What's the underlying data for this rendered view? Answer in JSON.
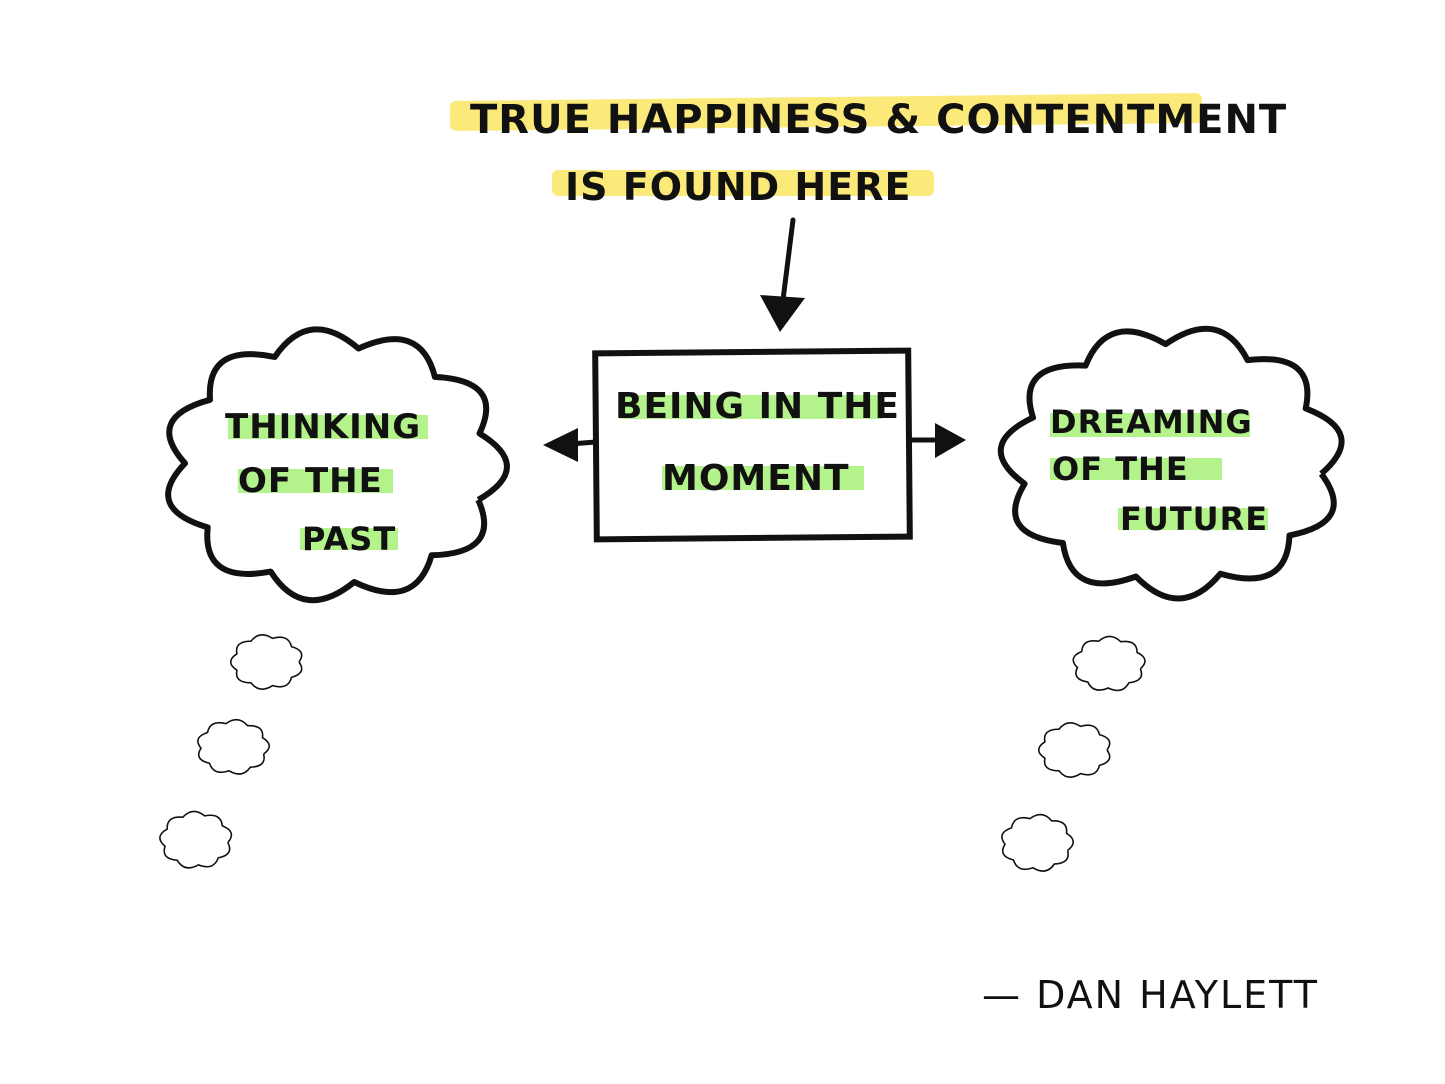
{
  "title": {
    "line1": "TRUE HAPPINESS & CONTENTMENT",
    "line2": "IS FOUND HERE"
  },
  "center_box": {
    "line1": "BEING IN THE",
    "line2": "MOMENT"
  },
  "left_cloud": {
    "line1": "THINKING",
    "line2": "OF THE",
    "line3": "PAST"
  },
  "right_cloud": {
    "line1": "DREAMING",
    "line2": "OF THE",
    "line3": "FUTURE"
  },
  "signature": "— DAN HAYLETT",
  "colors": {
    "title_highlight": "#fbe97a",
    "label_highlight": "#b4f38c",
    "ink": "#111111"
  }
}
